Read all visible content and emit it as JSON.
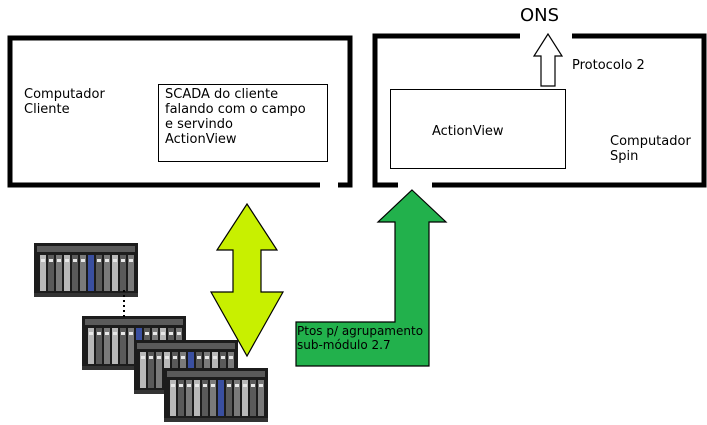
{
  "top_label": "ONS",
  "client_computer": {
    "label": "Computador\nCliente"
  },
  "scada_box": {
    "text": "SCADA do cliente\nfalando com o campo\ne servindo\nActionView"
  },
  "spin_computer": {
    "label": "Computador\nSpin"
  },
  "actionview_box": {
    "text": "ActionView"
  },
  "protocol_label": "Protocolo 2",
  "green_arrow_label": "Ptos p/ agrupamento\nsub-módulo 2.7",
  "colors": {
    "lime_arrow": "#c8f000",
    "green_arrow": "#22b14c",
    "rack_dark": "#1c1c1c",
    "rack_mid": "#5a5a5a",
    "rack_light": "#b8b8b8"
  }
}
